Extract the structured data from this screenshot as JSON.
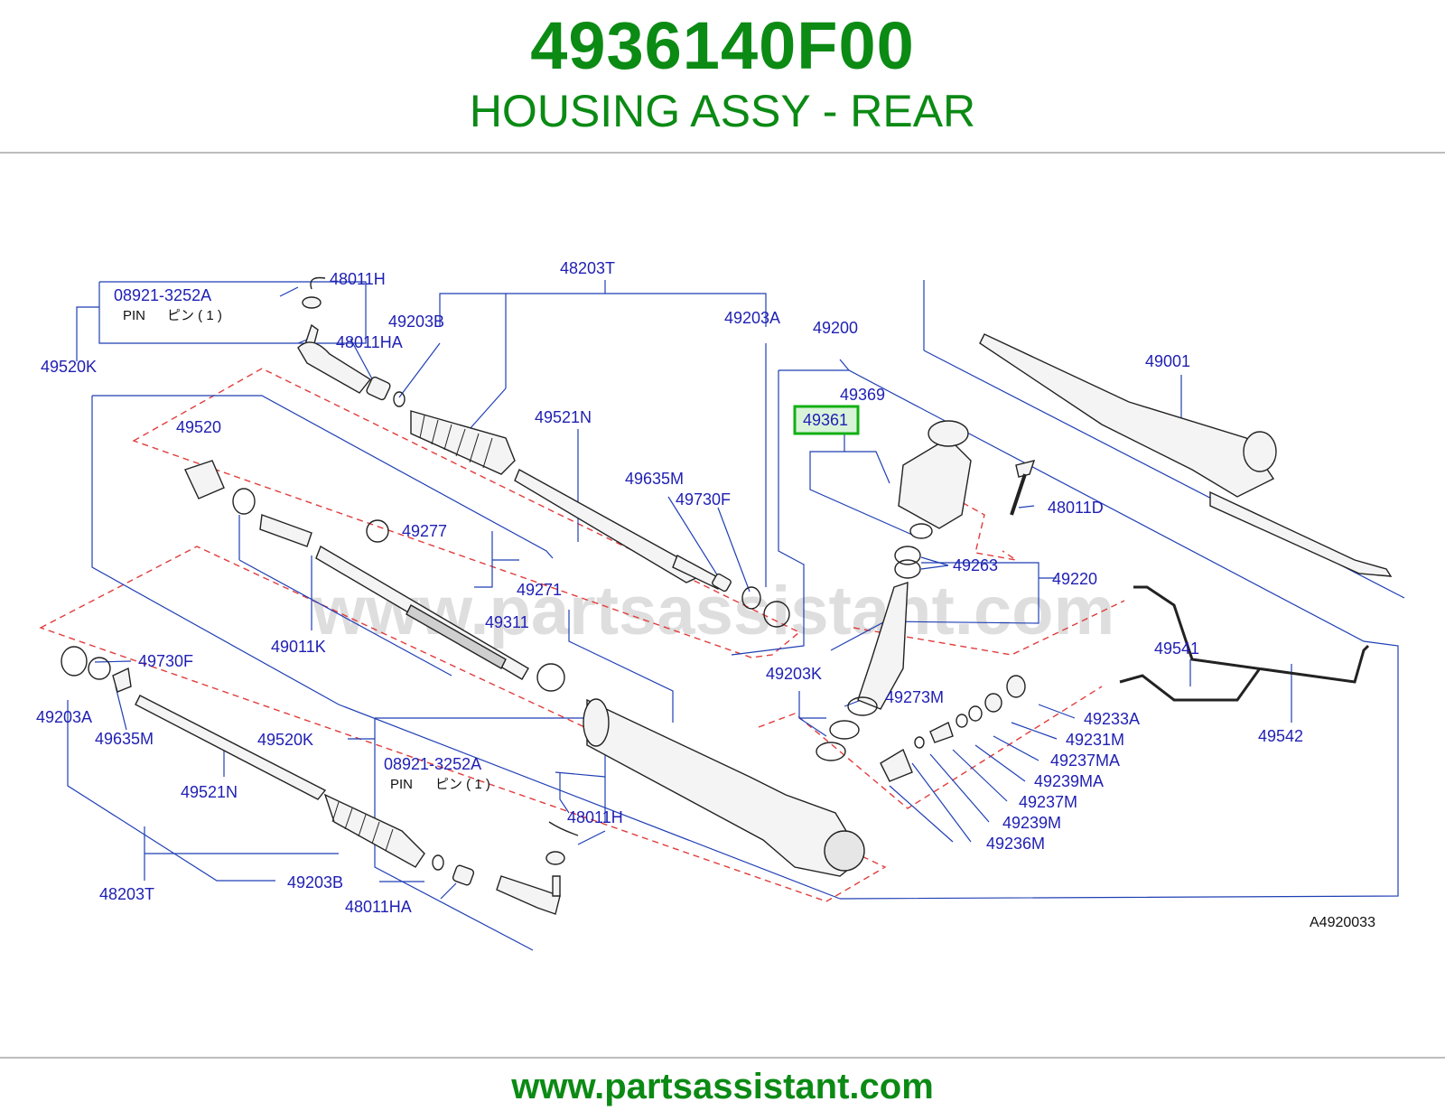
{
  "header": {
    "part_number": "4936140F00",
    "part_name": "HOUSING ASSY - REAR"
  },
  "diagram": {
    "watermark": "www.partsassistant.com",
    "reference": "A4920033",
    "highlight_color": "#12b012",
    "callout_color": "#1f1fb4",
    "labels": {
      "l_48011H_top": "48011H",
      "l_08921_top": "08921-3252A",
      "l_pin_top": "PIN",
      "l_pinjp_top": "ピン ( 1 )",
      "l_49520K_top": "49520K",
      "l_48011HA_top": "48011HA",
      "l_48203T_top": "48203T",
      "l_49203B_top": "49203B",
      "l_49203A_top": "49203A",
      "l_49200": "49200",
      "l_49001": "49001",
      "l_49369": "49369",
      "l_49361": "49361",
      "l_48011D": "48011D",
      "l_49520": "49520",
      "l_49521N_top": "49521N",
      "l_49635M_top": "49635M",
      "l_49730F_top": "49730F",
      "l_49277": "49277",
      "l_49271": "49271",
      "l_49311": "49311",
      "l_49011K": "49011K",
      "l_49263": "49263",
      "l_49220": "49220",
      "l_49541": "49541",
      "l_49542": "49542",
      "l_49203K": "49203K",
      "l_49273M": "49273M",
      "l_49233A": "49233A",
      "l_49231M": "49231M",
      "l_49237MA": "49237MA",
      "l_49239MA": "49239MA",
      "l_49237M": "49237M",
      "l_49239M": "49239M",
      "l_49236M": "49236M",
      "l_49730F_left": "49730F",
      "l_49203A_left": "49203A",
      "l_49635M_left": "49635M",
      "l_49520K_bot": "49520K",
      "l_49521N_bot": "49521N",
      "l_08921_bot": "08921-3252A",
      "l_pin_bot": "PIN",
      "l_pinjp_bot": "ピン ( 1 )",
      "l_48011H_bot": "48011H",
      "l_48203T_bot": "48203T",
      "l_49203B_bot": "49203B",
      "l_48011HA_bot": "48011HA"
    }
  },
  "footer": {
    "url": "www.partsassistant.com"
  }
}
